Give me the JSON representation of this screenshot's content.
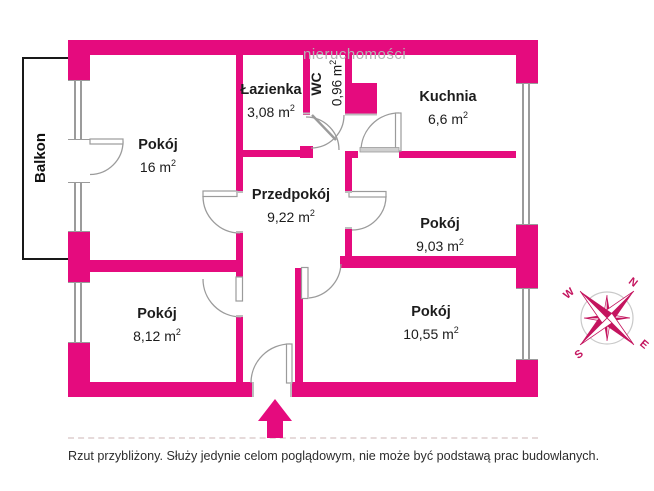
{
  "watermark": "nieruchomości",
  "disclaimer": "Rzut przybliżony. Służy jedynie celom poglądowym, nie może być podstawą prac budowlanych.",
  "balcony_label": "Balkon",
  "rooms": [
    {
      "name": "Pokój",
      "area": "16 m",
      "sup": "2"
    },
    {
      "name": "Łazienka",
      "area": "3,08 m",
      "sup": "2"
    },
    {
      "name": "WC",
      "area": "0,96 m",
      "sup": "2"
    },
    {
      "name": "Kuchnia",
      "area": "6,6 m",
      "sup": "2"
    },
    {
      "name": "Przedpokój",
      "area": "9,22 m",
      "sup": "2"
    },
    {
      "name": "Pokój",
      "area": "9,03 m",
      "sup": "2"
    },
    {
      "name": "Pokój",
      "area": "8,12 m",
      "sup": "2"
    },
    {
      "name": "Pokój",
      "area": "10,55 m",
      "sup": "2"
    }
  ],
  "compass": {
    "n": "N",
    "e": "E",
    "s": "S",
    "w": "W"
  },
  "colors": {
    "wall_pink": "#e50b7e",
    "compass_pink": "#c4145e",
    "door_line": "#9b9b9b"
  }
}
